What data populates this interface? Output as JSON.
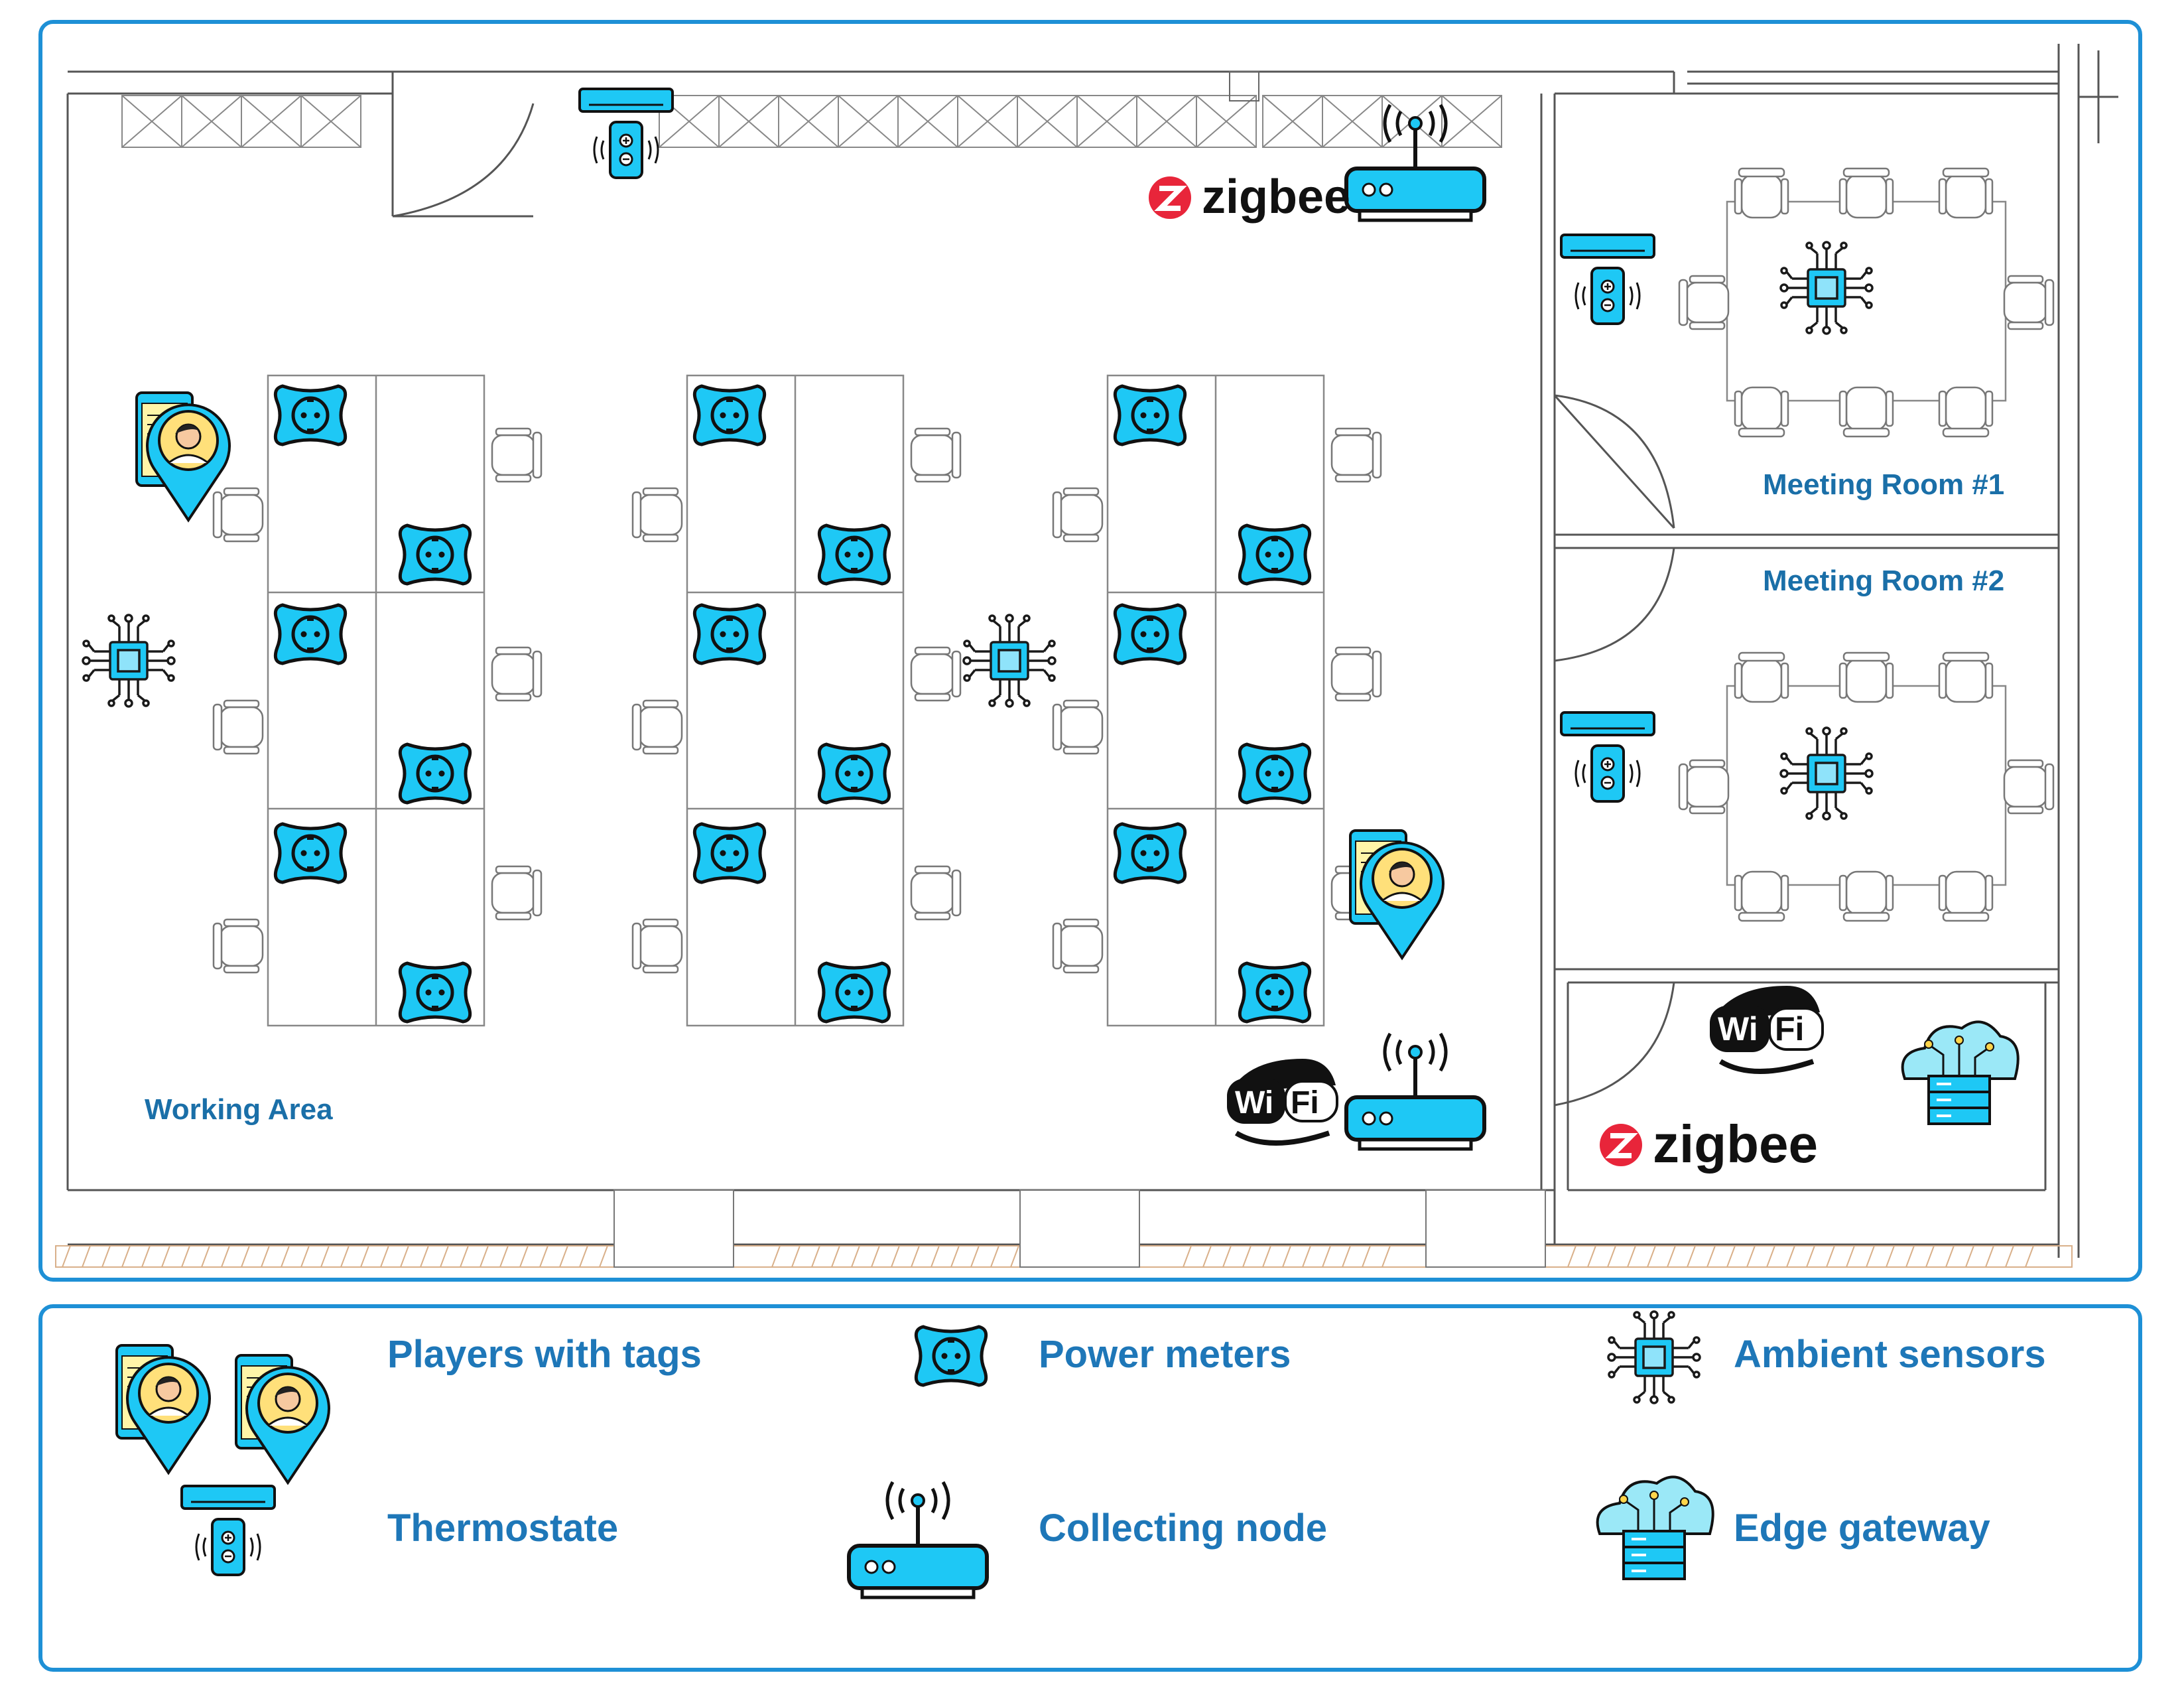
{
  "floorplan": {
    "rooms": [
      {
        "id": "working",
        "label": "Working Area"
      },
      {
        "id": "meeting1",
        "label": "Meeting Room #1"
      },
      {
        "id": "meeting2",
        "label": "Meeting Room #2"
      }
    ],
    "logos": {
      "zigbee": "zigbee",
      "wifi_left": "Wi",
      "wifi_right": "Fi"
    }
  },
  "legend": {
    "items": [
      {
        "label": "Players with tags",
        "icon": "player-tag-icon"
      },
      {
        "label": "Power meters",
        "icon": "power-meter-icon"
      },
      {
        "label": "Ambient sensors",
        "icon": "ambient-sensor-icon"
      },
      {
        "label": "Thermostate",
        "icon": "thermostat-icon"
      },
      {
        "label": "Collecting node",
        "icon": "collecting-node-icon"
      },
      {
        "label": "Edge gateway",
        "icon": "edge-gateway-icon"
      }
    ]
  },
  "colors": {
    "frame": "#1e90d6",
    "device": "#1ec8f5",
    "label": "#1a6fa8",
    "zigbee_red": "#e8253a"
  }
}
